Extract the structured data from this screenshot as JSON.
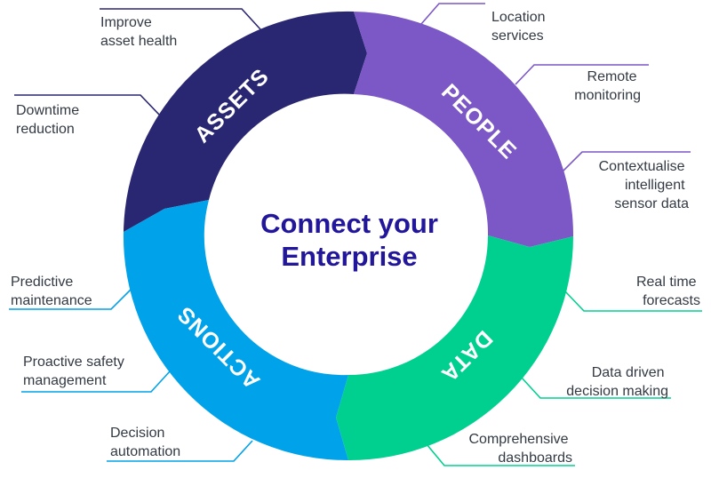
{
  "center": {
    "line1": "Connect your",
    "line2": "Enterprise"
  },
  "segments": [
    {
      "id": "assets",
      "label": "ASSETS",
      "color": "#2a2772"
    },
    {
      "id": "people",
      "label": "PEOPLE",
      "color": "#7c57c6"
    },
    {
      "id": "data",
      "label": "DATA",
      "color": "#00d08f"
    },
    {
      "id": "actions",
      "label": "ACTIONS",
      "color": "#00a2ea"
    }
  ],
  "callouts": {
    "assets": [
      {
        "line1": "Improve",
        "line2": "asset health"
      },
      {
        "line1": "Downtime",
        "line2": "reduction"
      }
    ],
    "people": [
      {
        "line1": "Location",
        "line2": "services"
      },
      {
        "line1": "Remote",
        "line2": "monitoring"
      },
      {
        "line1": "Contextualise",
        "line2": "intelligent",
        "line3": "sensor data"
      }
    ],
    "data": [
      {
        "line1": "Real time",
        "line2": "forecasts"
      },
      {
        "line1": "Data driven",
        "line2": "decision making"
      },
      {
        "line1": "Comprehensive",
        "line2": "dashboards"
      }
    ],
    "actions": [
      {
        "line1": "Predictive",
        "line2": "maintenance"
      },
      {
        "line1": "Proactive safety",
        "line2": "management"
      },
      {
        "line1": "Decision",
        "line2": "automation"
      }
    ]
  }
}
